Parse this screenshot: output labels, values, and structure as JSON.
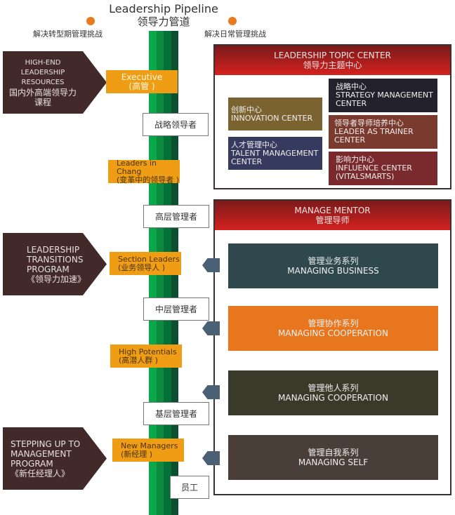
{
  "header": {
    "title_en": "Leadership Pipeline",
    "title_cn": "领导力管道",
    "left_caption": "解决转型期管理挑战",
    "right_caption": "解决日常管理挑战"
  },
  "colors": {
    "pipe": [
      "#0aa84a",
      "#0b8a40",
      "#037038",
      "#0a5030"
    ],
    "level_label": "#ef9d15",
    "program": "#422a2a",
    "panel_header": "#c4201e"
  },
  "programs": [
    {
      "lines": [
        "HIGH-END",
        "LEADERSHIP",
        "RESOURCES"
      ],
      "cn": "国内外高端领导力课程"
    },
    {
      "lines": [
        "LEADERSHIP",
        "TRANSITIONS",
        "PROGRAM"
      ],
      "cn": "《领导力加速》"
    },
    {
      "lines": [
        "STEPPING UP TO",
        "MANAGEMENT",
        "PROGRAM"
      ],
      "cn": "《新任经理人》"
    }
  ],
  "levels": [
    {
      "en": "Executive",
      "cn": "(高管 )"
    },
    {
      "en": "Leaders in Chang",
      "cn": "(变革中的领导者 )"
    },
    {
      "en": "Section Leaders",
      "cn": "(业务领导人 )"
    },
    {
      "en": "High Potentials",
      "cn": "(高潜人群 )"
    },
    {
      "en": "New  Managers",
      "cn": "(新经理 )"
    }
  ],
  "roles": [
    "战略领导者",
    "高层管理者",
    "中层管理者",
    "基层管理者",
    "员工"
  ],
  "topic_center": {
    "title_en": "LEADERSHIP TOPIC CENTER",
    "title_cn": "领导力主题中心",
    "items": [
      {
        "cn": "创新中心",
        "en": "INNOVATION CENTER",
        "color": "#7a6330"
      },
      {
        "cn": "人才管理中心",
        "en": "TALENT MANAGEMENT CENTER",
        "color": "#363a5e"
      },
      {
        "cn": "战略中心",
        "en": "STRATEGY MANAGEMENT CENTER",
        "color": "#23222c"
      },
      {
        "cn": "领导者导师培养中心",
        "en": "LEADER AS TRAINER CENTER",
        "color": "#7b3a2e"
      },
      {
        "cn": "影响力中心",
        "en": "INFLUENCE CENTER (VITALSMARTS)",
        "color": "#7a2a2c"
      }
    ]
  },
  "manage_mentor": {
    "title_en": "MANAGE MENTOR",
    "title_cn": "管理导师",
    "items": [
      {
        "cn": "管理业务系列",
        "en": "MANAGING BUSINESS",
        "color": "#2e484e"
      },
      {
        "cn": "管理协作系列",
        "en": "MANAGING COOPERATION",
        "color": "#e8761e"
      },
      {
        "cn": "管理他人系列",
        "en": "MANAGING COOPERATION",
        "color": "#3a3a2a"
      },
      {
        "cn": "管理自我系列",
        "en": "MANAGING SELF",
        "color": "#4a3e38"
      }
    ]
  }
}
